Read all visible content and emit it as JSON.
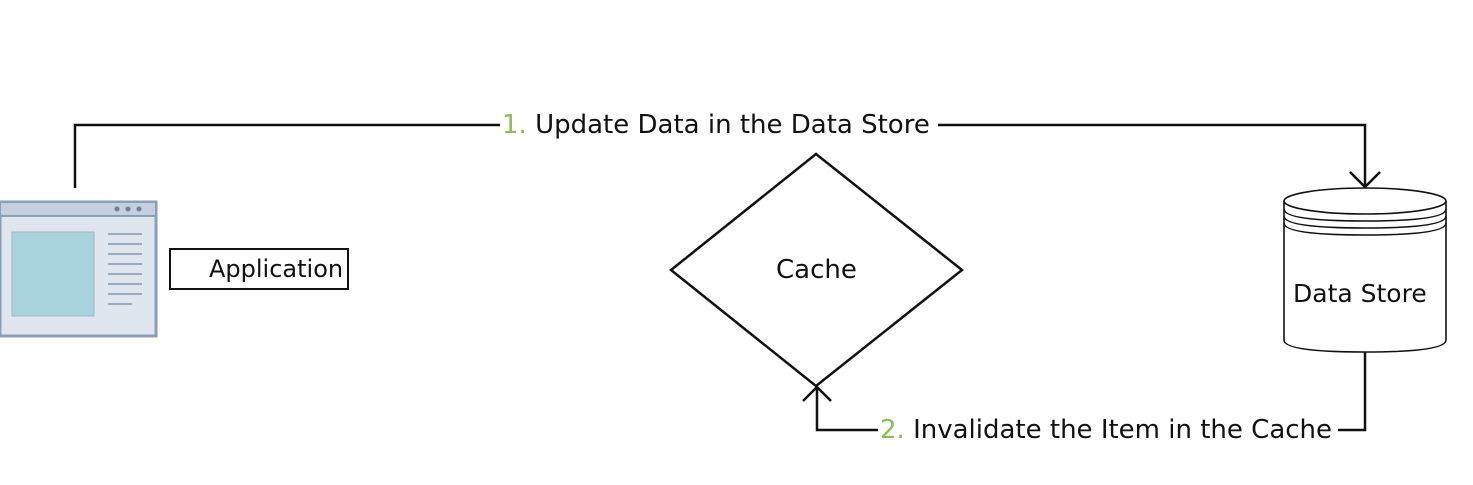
{
  "nodes": {
    "application": {
      "label": "Application"
    },
    "cache": {
      "label": "Cache"
    },
    "data_store": {
      "label": "Data Store"
    }
  },
  "steps": [
    {
      "number": "1.",
      "text": "Update Data in the Data Store"
    },
    {
      "number": "2.",
      "text": "Invalidate the Item in the Cache"
    }
  ],
  "colors": {
    "line": "#111111",
    "step_number": "#8bbd55",
    "window_frame": "#8a9fb8",
    "window_screen": "#a9d3dc"
  },
  "icons": {
    "application": "application-window-icon",
    "data_store": "database-cylinder-icon"
  }
}
